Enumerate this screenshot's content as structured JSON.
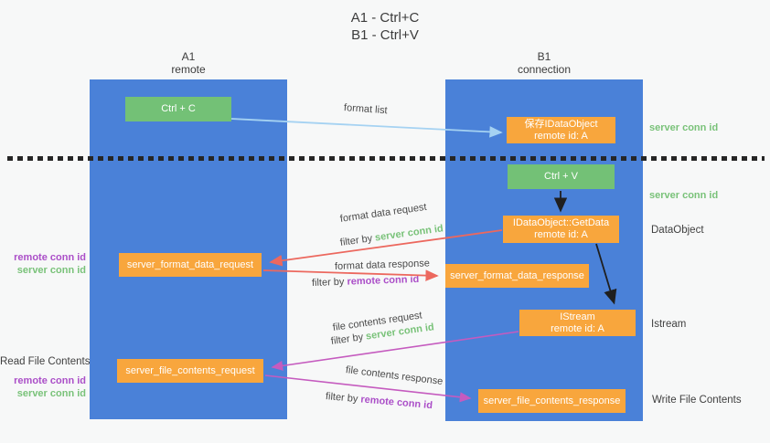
{
  "title": {
    "line1": "A1 - Ctrl+C",
    "line2": "B1 - Ctrl+V"
  },
  "left_column": {
    "header1": "A1",
    "header2": "remote"
  },
  "right_column": {
    "header1": "B1",
    "header2": "connection"
  },
  "nodes": {
    "ctrl_c": "Ctrl + C",
    "ctrl_v": "Ctrl + V",
    "save_obj_line1": "保存IDataObject",
    "save_obj_line2": "remote id: A",
    "getdata_line1": "IDataObject::GetData",
    "getdata_line2": "remote id: A",
    "istream_line1": "IStream",
    "istream_line2": "remote id: A",
    "format_request": "server_format_data_request",
    "format_response": "server_format_data_response",
    "file_request": "server_file_contents_request",
    "file_response": "server_file_contents_response"
  },
  "flow_labels": {
    "format_list": "format list",
    "format_data_request": "format data request",
    "format_data_response": "format data response",
    "file_contents_request": "file contents request",
    "file_contents_response": "file contents response",
    "filter_by": "filter by ",
    "server_conn_id": "server conn id",
    "remote_conn_id": "remote conn id"
  },
  "side_labels": {
    "left_remote_conn_id": "remote conn id",
    "left_server_conn_id": "server conn id",
    "read_file_contents": "Read File Contents",
    "right_server_conn_id_top": "server conn id",
    "right_server_conn_id_mid": "server conn id",
    "dataobject": "DataObject",
    "istream": "Istream",
    "write_file_contents": "Write File Contents"
  },
  "colors": {
    "column_blue": "#4a81d8",
    "box_green": "#73c176",
    "box_orange": "#f8a63d",
    "arrow_light_blue": "#a5d2f2",
    "arrow_red": "#ec685e",
    "arrow_magenta": "#c55bbf",
    "arrow_black": "#1f1f1f",
    "label_green": "#79c279",
    "label_purple": "#ab4fc8",
    "dashed_line": "#262626"
  }
}
